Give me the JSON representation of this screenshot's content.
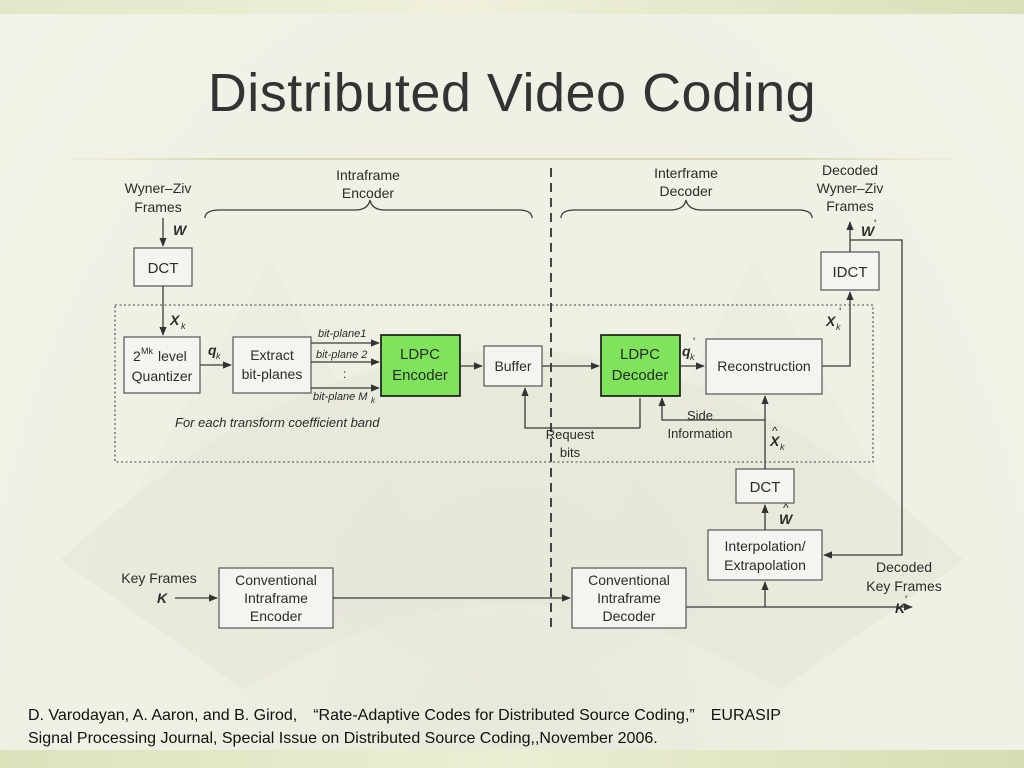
{
  "slide": {
    "title": "Distributed Video Coding",
    "citation": {
      "line1": "D. Varodayan, A. Aaron, and B. Girod,　“Rate-Adaptive Codes for Distributed Source Coding,”　EURASIP",
      "line2": "Signal Processing Journal, Special Issue on Distributed Source Coding,,November 2006."
    }
  },
  "colors": {
    "background": "#f0f0e4",
    "ldpc_box": "#7fe35c",
    "title": "#333333"
  },
  "diagram": {
    "headers": {
      "wz_frames_1": "Wyner–Ziv",
      "wz_frames_2": "Frames",
      "intra_enc_1": "Intraframe",
      "intra_enc_2": "Encoder",
      "inter_dec_1": "Interframe",
      "inter_dec_2": "Decoder",
      "dec_wz_1": "Decoded",
      "dec_wz_2": "Wyner–Ziv",
      "dec_wz_3": "Frames"
    },
    "blocks": {
      "dct_top": "DCT",
      "quant_1": "level",
      "quant_base": "2",
      "quant_exp": "Mk",
      "quant_2": "Quantizer",
      "extract_1": "Extract",
      "extract_2": "bit-planes",
      "ldpc_enc_1": "LDPC",
      "ldpc_enc_2": "Encoder",
      "buffer": "Buffer",
      "ldpc_dec_1": "LDPC",
      "ldpc_dec_2": "Decoder",
      "reconstruction": "Reconstruction",
      "idct": "IDCT",
      "dct_bottom": "DCT",
      "interp_1": "Interpolation/",
      "interp_2": "Extrapolation",
      "conv_enc_1": "Conventional",
      "conv_enc_2": "Intraframe",
      "conv_enc_3": "Encoder",
      "conv_dec_1": "Conventional",
      "conv_dec_2": "Intraframe",
      "conv_dec_3": "Decoder"
    },
    "signals": {
      "w": "W",
      "xk": "X",
      "xk_sub": "k",
      "qk": "q",
      "qk_sub": "k",
      "bitplane1": "bit-plane1",
      "bitplane2": "bit-plane 2",
      "vdots": ":",
      "bitplanem": "bit-plane M",
      "bitplanem_sub": "k",
      "qk_prime": "q",
      "qk_prime_sub": "k",
      "qk_prime_sup": "'",
      "xk_prime": "X",
      "xk_prime_sub": "k",
      "xk_prime_sup": "'",
      "w_prime": "W",
      "w_prime_sup": "'",
      "xk_hat": "X",
      "xk_hat_sub": "k",
      "hat": "^",
      "w_hat": "W",
      "k": "K",
      "k_prime": "K",
      "k_prime_sup": "'"
    },
    "labels": {
      "band_note": "For each transform coefficient band",
      "side_info_1": "Side",
      "side_info_2": "Information",
      "request_1": "Request",
      "request_2": "bits",
      "key_frames": "Key Frames",
      "dec_key_1": "Decoded",
      "dec_key_2": "Key Frames"
    }
  }
}
